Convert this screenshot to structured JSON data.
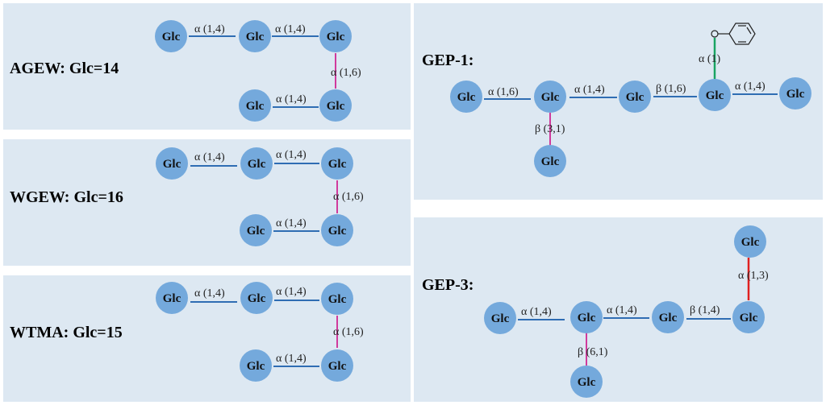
{
  "colors": {
    "panel_bg": "#dde8f2",
    "node_fill": "#74a9dc",
    "bond_alpha14": "#2f6db3",
    "bond_branch": "#d03a9d",
    "bond_phenyl": "#19a463",
    "bond_13": "#e02020"
  },
  "node_label": "Glc",
  "panels": {
    "agew": {
      "title": "AGEW: Glc=14"
    },
    "wgew": {
      "title": "WGEW: Glc=16"
    },
    "wtma": {
      "title": "WTMA: Glc=15"
    },
    "gep1": {
      "title": "GEP-1:"
    },
    "gep3": {
      "title": "GEP-3:"
    }
  },
  "bond_labels": {
    "agew": [
      "α (1,4)",
      "α (1,4)",
      "α (1,6)",
      "α (1,4)"
    ],
    "wgew": [
      "α (1,4)",
      "α (1,4)",
      "α (1,6)",
      "α (1,4)"
    ],
    "wtma": [
      "α (1,4)",
      "α (1,4)",
      "α (1,6)",
      "α (1,4)"
    ],
    "gep1": [
      "α (1,6)",
      "α (1,4)",
      "β (1,6)",
      "α (1,4)",
      "β (3,1)",
      "α (1)"
    ],
    "gep3": [
      "α (1,4)",
      "α (1,4)",
      "β (1,4)",
      "β (6,1)",
      "α (1,3)"
    ]
  }
}
